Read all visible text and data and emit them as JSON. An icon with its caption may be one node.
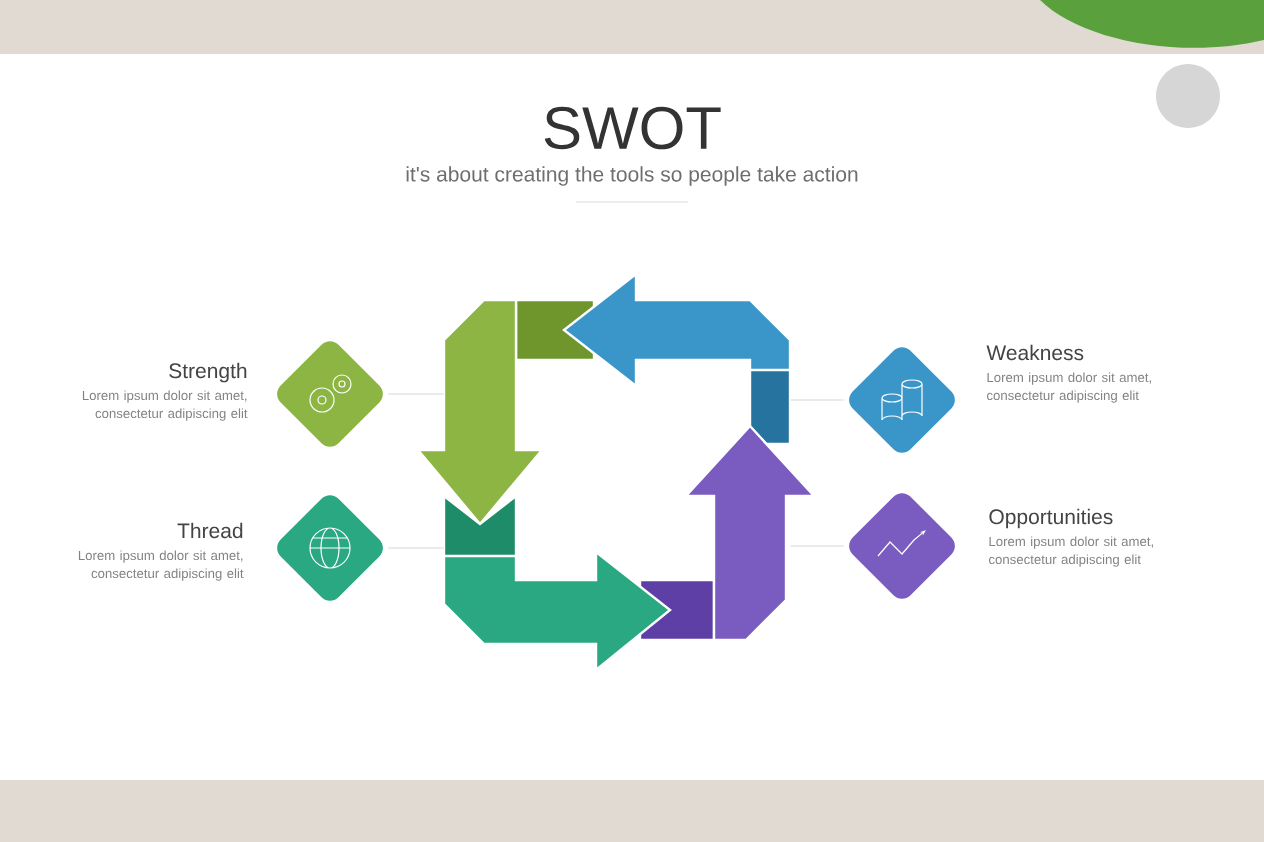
{
  "diagram": {
    "title": "SWOT",
    "nodes": [
      {
        "text": [
          "Strength",
          "Lorem ipsum dolor sit amet, consectetur adipiscing elit"
        ]
      },
      {
        "text": [
          "Thread",
          "Lorem ipsum dolor sit amet, consectetur adipiscing elit"
        ]
      },
      {
        "text": [
          "Weakness",
          "Lorem ipsum dolor sit amet, consectetur adipiscing elit"
        ]
      },
      {
        "text": [
          "Opportunities",
          "Lorem ipsum dolor sit amet, consectetur adipiscing elit"
        ]
      },
      {
        "text": [],
        "shape": "picture"
      }
    ],
    "edges": [
      {
        "from": 0,
        "to": 4,
        "arrow": "none"
      },
      {
        "from": 1,
        "to": 4,
        "arrow": "none"
      },
      {
        "from": 2,
        "to": 4,
        "arrow": "none"
      },
      {
        "from": 3,
        "to": 4,
        "arrow": "none"
      }
    ],
    "labels": [
      "it's about creating the tools so people take action"
    ]
  }
}
